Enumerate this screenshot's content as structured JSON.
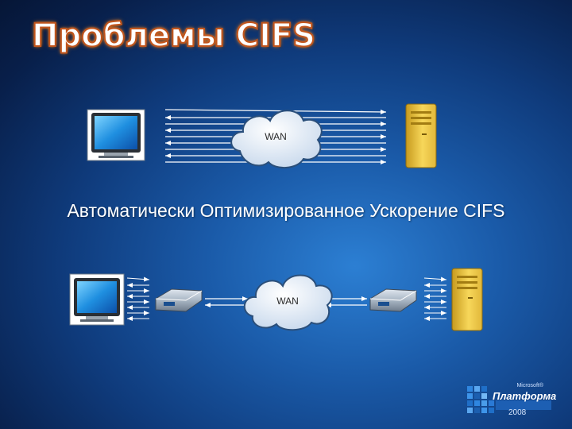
{
  "title": "Проблемы CIFS",
  "top_diagram": {
    "wan_label": "WAN"
  },
  "subtitle": "Автоматически Оптимизированное Ускорение CIFS",
  "bottom_diagram": {
    "wan_label": "WAN"
  },
  "logo": {
    "brand": "Microsoft®",
    "name": "Платформа",
    "year": "2008"
  },
  "colors": {
    "background_center": "#2c7fd3",
    "background_edge": "#061636",
    "title_outline": "#c2551c",
    "server": "#f2cf4a",
    "cloud": "#dde8f4"
  },
  "icons": [
    "monitor-icon",
    "server-icon",
    "wan-cloud-icon",
    "accelerator-appliance-icon"
  ]
}
